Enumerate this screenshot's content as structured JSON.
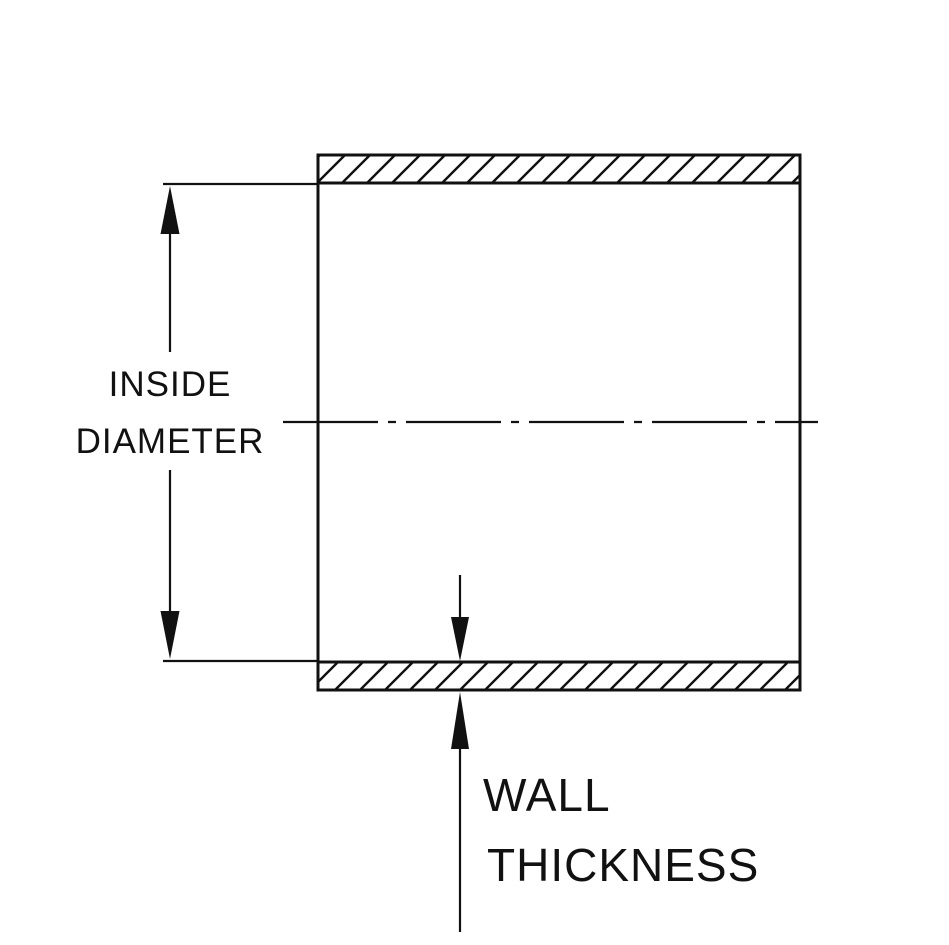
{
  "diagram": {
    "type": "technical-drawing",
    "description": "Cross-section of a tube/hose showing inside diameter and wall thickness dimensions",
    "labels": {
      "inside_diameter": {
        "line1": "INSIDE",
        "line2": "DIAMETER"
      },
      "wall_thickness": {
        "line1": "WALL",
        "line2": "THICKNESS"
      }
    },
    "colors": {
      "line": "#111111",
      "background": "#ffffff"
    }
  }
}
